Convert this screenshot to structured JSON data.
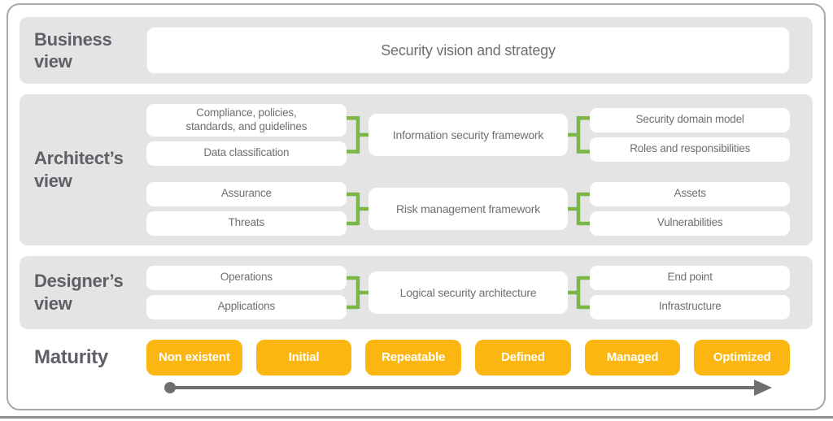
{
  "colors": {
    "band": "#e4e4e4",
    "green": "#7ab648",
    "yellow": "#fbb612",
    "arrow": "#6f6f6f",
    "label_text": "#5d6066",
    "box_text": "#6d6f73"
  },
  "business": {
    "label": "Business\nview",
    "box": "Security vision and strategy"
  },
  "architect": {
    "label": "Architect’s\nview",
    "groups": [
      {
        "left": [
          "Compliance, policies,\nstandards, and guidelines",
          "Data classification"
        ],
        "center": "Information security framework",
        "right": [
          "Security domain model",
          "Roles and responsibilities"
        ]
      },
      {
        "left": [
          "Assurance",
          "Threats"
        ],
        "center": "Risk management framework",
        "right": [
          "Assets",
          "Vulnerabilities"
        ]
      }
    ]
  },
  "designer": {
    "label": "Designer’s\nview",
    "groups": [
      {
        "left": [
          "Operations",
          "Applications"
        ],
        "center": "Logical security architecture",
        "right": [
          "End point",
          "Infrastructure"
        ]
      }
    ]
  },
  "maturity": {
    "label": "Maturity",
    "levels": [
      "Non existent",
      "Initial",
      "Repeatable",
      "Defined",
      "Managed",
      "Optimized"
    ]
  }
}
